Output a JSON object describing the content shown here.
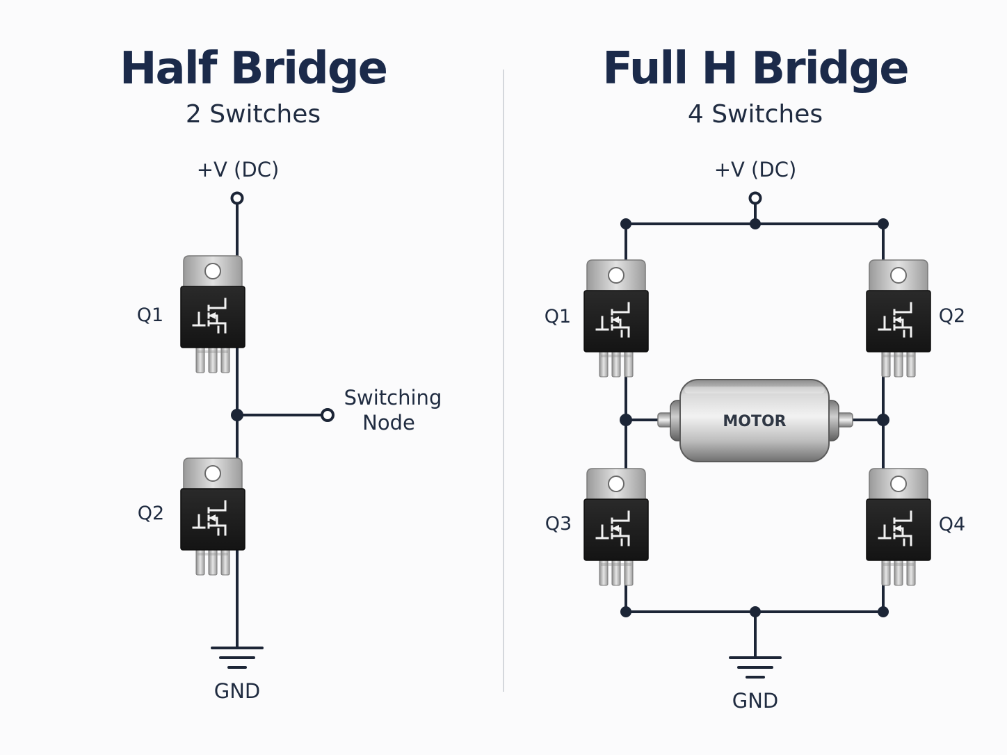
{
  "half_bridge": {
    "title": "Half Bridge",
    "subtitle": "2 Switches",
    "supply_label": "+V (DC)",
    "ground_label": "GND",
    "switch_labels": [
      "Q1",
      "Q2"
    ],
    "node_label_line1": "Switching",
    "node_label_line2": "Node"
  },
  "full_bridge": {
    "title": "Full H Bridge",
    "subtitle": "4 Switches",
    "supply_label": "+V (DC)",
    "ground_label": "GND",
    "switch_labels": [
      "Q1",
      "Q2",
      "Q3",
      "Q4"
    ],
    "motor_label": "MOTOR"
  },
  "colors": {
    "wire": "#1c2536",
    "title": "#1b2a4a",
    "transistor_body": "#1e1e1e",
    "transistor_tab": "#b8b8b8"
  },
  "icons": [
    "mosfet-icon",
    "motor-icon",
    "ground-symbol",
    "terminal-icon"
  ]
}
